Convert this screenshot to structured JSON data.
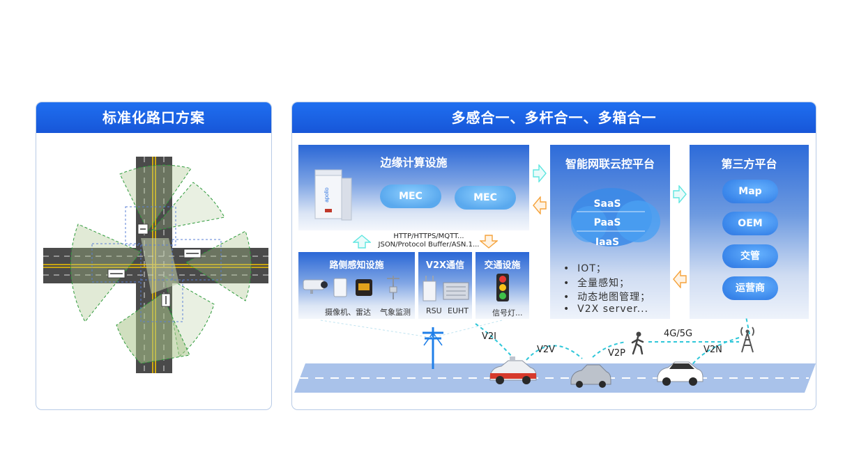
{
  "left_panel": {
    "title": "标准化路口方案"
  },
  "right_panel": {
    "title": "多感合一、多杆合一、多箱合一"
  },
  "edge_computing": {
    "title": "边缘计算设施",
    "brand": "apollo",
    "mec_labels": [
      "MEC",
      "MEC"
    ]
  },
  "protocols": {
    "line1": "HTTP/HTTPS/MQTT...",
    "line2": "JSON/Protocol Buffer/ASN.1..."
  },
  "roadside_sensing": {
    "title": "路侧感知设施",
    "caption_a": "摄像机、雷达",
    "caption_b": "气象监测"
  },
  "v2x_comm": {
    "title": "V2X通信",
    "caption_a": "RSU",
    "caption_b": "EUHT"
  },
  "traffic_facility": {
    "title": "交通设施",
    "caption": "信号灯..."
  },
  "cloud_platform": {
    "title": "智能网联云控平台",
    "layers": [
      "SaaS",
      "PaaS",
      "IaaS"
    ],
    "bullets": [
      "IOT；",
      "全量感知；",
      "动态地图管理；",
      "V2X server..."
    ]
  },
  "third_party": {
    "title": "第三方平台",
    "items": [
      "Map",
      "OEM",
      "交管",
      "运营商"
    ]
  },
  "links": {
    "v2i": "V2I",
    "v2v": "V2V",
    "v2p": "V2P",
    "v2n": "V2N",
    "net": "4G/5G"
  },
  "colors": {
    "header_blue": "#1a62e0",
    "arrow_cyan": "#5fe6e0",
    "arrow_orange": "#f5a23a",
    "dash_cyan": "#2fc7d9"
  }
}
